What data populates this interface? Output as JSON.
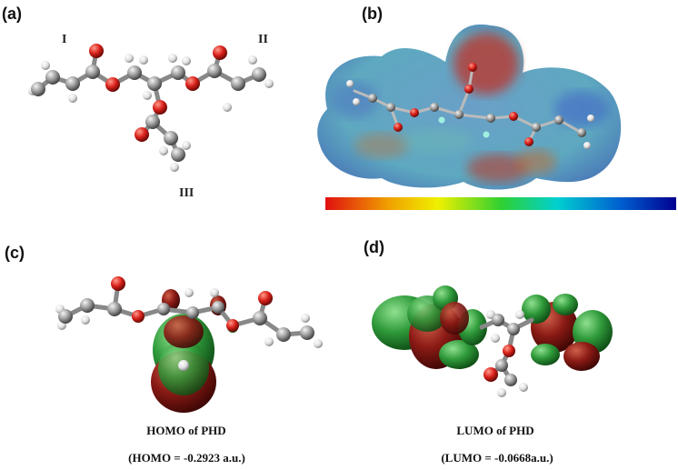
{
  "panels": {
    "a": {
      "label": "(a)",
      "group_labels": [
        "I",
        "II",
        "III"
      ]
    },
    "b": {
      "label": "(b)"
    },
    "c": {
      "label": "(c)",
      "caption": "HOMO  of PHD",
      "energy": "(HOMO  = -0.2923 a.u.)"
    },
    "d": {
      "label": "(d)",
      "caption": "LUMO  of PHD",
      "energy": "(LUMO  = -0.0668a.u.)"
    }
  },
  "colors": {
    "carbon": "#9a9a9a",
    "oxygen": "#d8201a",
    "hydrogen": "#e8e8e8",
    "orbital_green": "#2f9a3a",
    "orbital_red": "#8a1a14",
    "esp_scale": [
      "#e01010",
      "#f0a000",
      "#f0f000",
      "#30d030",
      "#00d0d0",
      "#0060d0",
      "#000090"
    ]
  }
}
